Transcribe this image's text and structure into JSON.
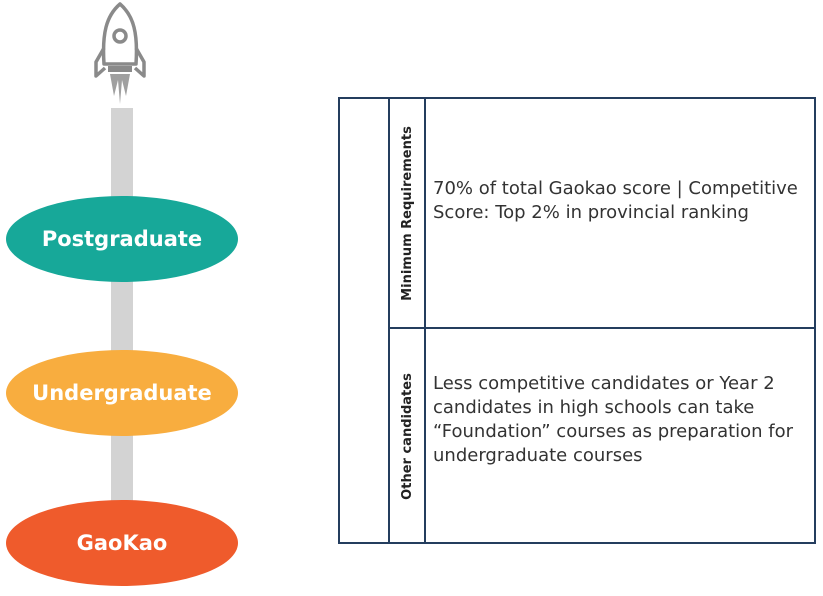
{
  "stages": {
    "top": "Postgraduate",
    "middle": "Undergraduate",
    "bottom": "GaoKao"
  },
  "colors": {
    "postgraduate": "#17a899",
    "undergraduate": "#f8ad3f",
    "gaokao": "#ef5b2c",
    "table_border": "#243d5e"
  },
  "icon": "rocket-icon",
  "table": {
    "row1_label": "Minimum Requirements",
    "row1_text": "70% of total Gaokao score | Competitive Score: Top 2% in provincial ranking",
    "row2_label": "Other candidates",
    "row2_text": "Less competitive candidates or Year 2 candidates in high schools can take “Foundation” courses as preparation for undergraduate courses"
  }
}
